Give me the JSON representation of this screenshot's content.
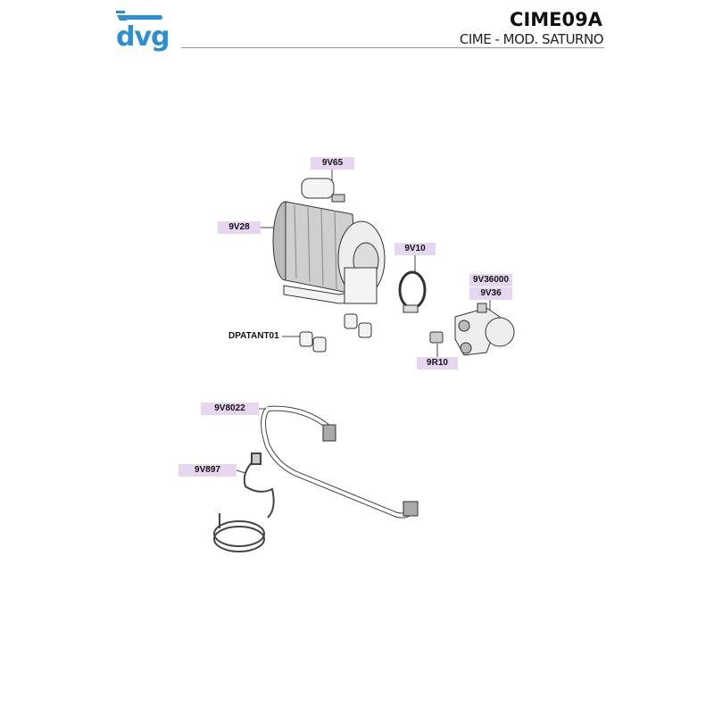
{
  "header": {
    "brand_logo": "dvg",
    "brand_color": "#2b8fd6",
    "code": "CIME09A",
    "subtitle": "CIME - MOD. SATURNO"
  },
  "parts": {
    "capacitor": "9V65",
    "motor": "9V28",
    "clamp": "9V10",
    "pump_body_alt": "9V36000",
    "pump_body": "9V36",
    "feet": "DPATANT01",
    "fitting": "9R10",
    "hose": "9V8022",
    "coil_tube": "9V897"
  },
  "label_color": "#e6d6ef"
}
